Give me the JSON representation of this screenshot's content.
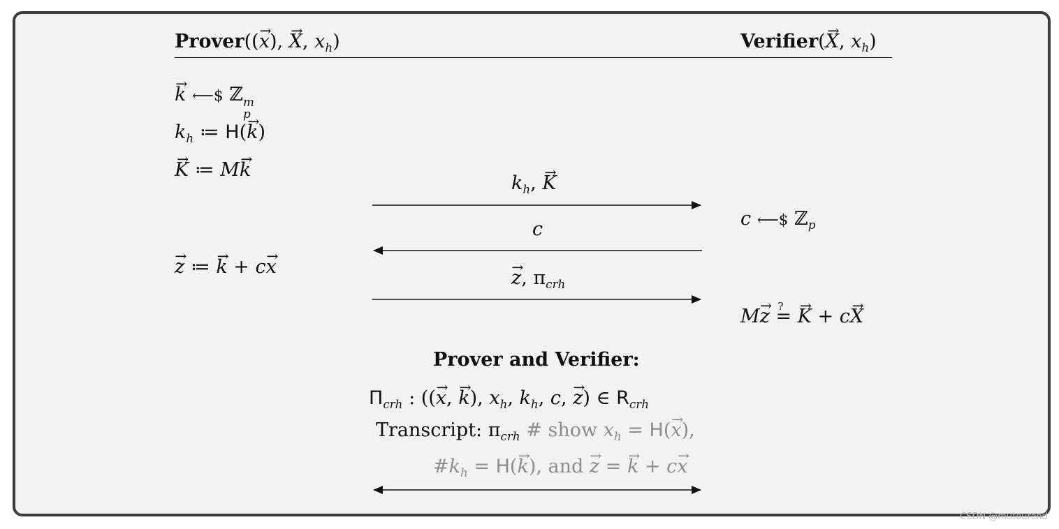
{
  "header": {
    "prover_title": "Prover",
    "verifier_title": "Verifier"
  },
  "symbols": {
    "x": "x",
    "X": "X",
    "x_h": "x",
    "h": "h",
    "k": "k",
    "K": "K",
    "k_h": "k",
    "Z": "ℤ",
    "p": "p",
    "m": "m",
    "H": "H",
    "M": "M",
    "z": "z",
    "c": "c",
    "pi": "π",
    "crh": "crh",
    "Pi": "Π",
    "R": "R"
  },
  "operators": {
    "sample_arrow": "⟵$",
    "assign": "≔",
    "plus": "+",
    "comma": ",",
    "in": "∈",
    "qeq": "=",
    "question": "?",
    "eq": "=",
    "hash": "#"
  },
  "joint": {
    "heading": "Prover and Verifier:",
    "transcript_label": "Transcript:",
    "show_word": "show",
    "and_word": "and"
  },
  "watermark": "CSDN @mutourend"
}
